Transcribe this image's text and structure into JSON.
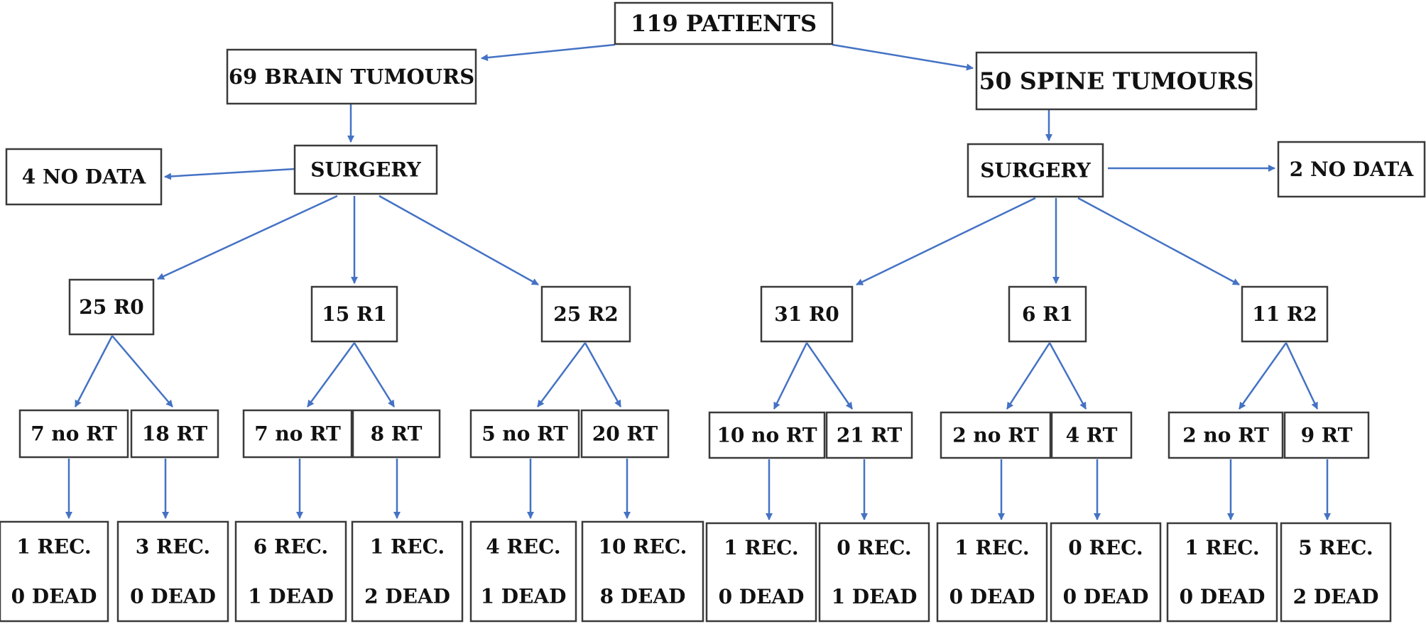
{
  "colors": {
    "arrow": "#4472c4",
    "border": "#3a3a3a",
    "text": "#111111",
    "background": "#ffffff"
  },
  "nodes": [
    {
      "id": "root",
      "lines": [
        "119 PATIENTS"
      ]
    },
    {
      "id": "brain",
      "lines": [
        "69 BRAIN TUMOURS"
      ]
    },
    {
      "id": "spine",
      "lines": [
        "50 SPINE TUMOURS"
      ]
    },
    {
      "id": "b_surgery",
      "lines": [
        "SURGERY"
      ]
    },
    {
      "id": "b_nodata",
      "lines": [
        "4 NO DATA"
      ]
    },
    {
      "id": "s_surgery",
      "lines": [
        "SURGERY"
      ]
    },
    {
      "id": "s_nodata",
      "lines": [
        "2 NO DATA"
      ]
    },
    {
      "id": "b_r0",
      "lines": [
        "25 R0"
      ]
    },
    {
      "id": "b_r1",
      "lines": [
        "15 R1"
      ]
    },
    {
      "id": "b_r2",
      "lines": [
        "25 R2"
      ]
    },
    {
      "id": "s_r0",
      "lines": [
        "31 R0"
      ]
    },
    {
      "id": "s_r1",
      "lines": [
        "6 R1"
      ]
    },
    {
      "id": "s_r2",
      "lines": [
        "11 R2"
      ]
    },
    {
      "id": "b_r0_nort",
      "lines": [
        "7 no RT"
      ]
    },
    {
      "id": "b_r0_rt",
      "lines": [
        "18 RT"
      ]
    },
    {
      "id": "b_r1_nort",
      "lines": [
        "7 no RT"
      ]
    },
    {
      "id": "b_r1_rt",
      "lines": [
        "8 RT"
      ]
    },
    {
      "id": "b_r2_nort",
      "lines": [
        "5 no RT"
      ]
    },
    {
      "id": "b_r2_rt",
      "lines": [
        "20 RT"
      ]
    },
    {
      "id": "s_r0_nort",
      "lines": [
        "10 no RT"
      ]
    },
    {
      "id": "s_r0_rt",
      "lines": [
        "21 RT"
      ]
    },
    {
      "id": "s_r1_nort",
      "lines": [
        "2 no RT"
      ]
    },
    {
      "id": "s_r1_rt",
      "lines": [
        "4 RT"
      ]
    },
    {
      "id": "s_r2_nort",
      "lines": [
        "2 no RT"
      ]
    },
    {
      "id": "s_r2_rt",
      "lines": [
        "9 RT"
      ]
    },
    {
      "id": "o1",
      "lines": [
        "1 REC.",
        "0 DEAD"
      ]
    },
    {
      "id": "o2",
      "lines": [
        "3 REC.",
        "0 DEAD"
      ]
    },
    {
      "id": "o3",
      "lines": [
        "6 REC.",
        "1 DEAD"
      ]
    },
    {
      "id": "o4",
      "lines": [
        "1 REC.",
        "2 DEAD"
      ]
    },
    {
      "id": "o5",
      "lines": [
        "4 REC.",
        "1 DEAD"
      ]
    },
    {
      "id": "o6",
      "lines": [
        "10 REC.",
        "8 DEAD"
      ]
    },
    {
      "id": "o7",
      "lines": [
        "1 REC.",
        "0 DEAD"
      ]
    },
    {
      "id": "o8",
      "lines": [
        "0 REC.",
        "1 DEAD"
      ]
    },
    {
      "id": "o9",
      "lines": [
        "1 REC.",
        "0 DEAD"
      ]
    },
    {
      "id": "o10",
      "lines": [
        "0 REC.",
        "0 DEAD"
      ]
    },
    {
      "id": "o11",
      "lines": [
        "1 REC.",
        "0 DEAD"
      ]
    },
    {
      "id": "o12",
      "lines": [
        "5 REC.",
        "2 DEAD"
      ]
    }
  ],
  "edges": [
    [
      "root",
      "brain"
    ],
    [
      "root",
      "spine"
    ],
    [
      "brain",
      "b_surgery"
    ],
    [
      "b_surgery",
      "b_nodata"
    ],
    [
      "spine",
      "s_surgery"
    ],
    [
      "s_surgery",
      "s_nodata"
    ],
    [
      "b_surgery",
      "b_r0"
    ],
    [
      "b_surgery",
      "b_r1"
    ],
    [
      "b_surgery",
      "b_r2"
    ],
    [
      "s_surgery",
      "s_r0"
    ],
    [
      "s_surgery",
      "s_r1"
    ],
    [
      "s_surgery",
      "s_r2"
    ],
    [
      "b_r0",
      "b_r0_nort"
    ],
    [
      "b_r0",
      "b_r0_rt"
    ],
    [
      "b_r1",
      "b_r1_nort"
    ],
    [
      "b_r1",
      "b_r1_rt"
    ],
    [
      "b_r2",
      "b_r2_nort"
    ],
    [
      "b_r2",
      "b_r2_rt"
    ],
    [
      "s_r0",
      "s_r0_nort"
    ],
    [
      "s_r0",
      "s_r0_rt"
    ],
    [
      "s_r1",
      "s_r1_nort"
    ],
    [
      "s_r1",
      "s_r1_rt"
    ],
    [
      "s_r2",
      "s_r2_nort"
    ],
    [
      "s_r2",
      "s_r2_rt"
    ],
    [
      "b_r0_nort",
      "o1"
    ],
    [
      "b_r0_rt",
      "o2"
    ],
    [
      "b_r1_nort",
      "o3"
    ],
    [
      "b_r1_rt",
      "o4"
    ],
    [
      "b_r2_nort",
      "o5"
    ],
    [
      "b_r2_rt",
      "o6"
    ],
    [
      "s_r0_nort",
      "o7"
    ],
    [
      "s_r0_rt",
      "o8"
    ],
    [
      "s_r1_nort",
      "o9"
    ],
    [
      "s_r1_rt",
      "o10"
    ],
    [
      "s_r2_nort",
      "o11"
    ],
    [
      "s_r2_rt",
      "o12"
    ]
  ]
}
